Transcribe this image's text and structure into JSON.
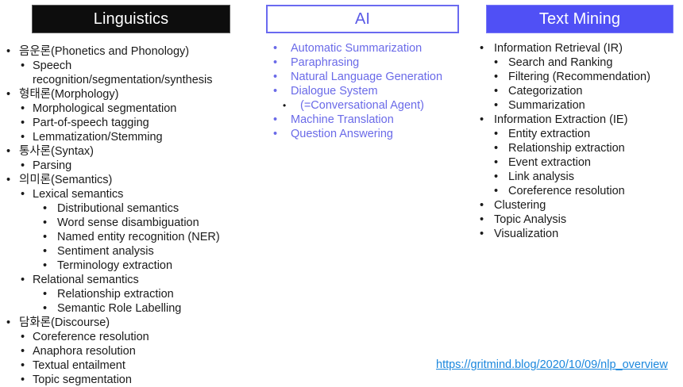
{
  "columns": [
    {
      "id": "linguistics",
      "header": {
        "title": "Linguistics",
        "style": "black-fill"
      },
      "items": [
        {
          "level": 1,
          "text": "음운론(Phonetics and Phonology)"
        },
        {
          "level": 2,
          "text": "Speech recognition/segmentation/synthesis",
          "wrap": true
        },
        {
          "level": 1,
          "text": "형태론(Morphology)"
        },
        {
          "level": 2,
          "text": "Morphological segmentation"
        },
        {
          "level": 2,
          "text": "Part-of-speech tagging"
        },
        {
          "level": 2,
          "text": "Lemmatization/Stemming"
        },
        {
          "level": 1,
          "text": "통사론(Syntax)"
        },
        {
          "level": 2,
          "text": "Parsing"
        },
        {
          "level": 1,
          "text": "의미론(Semantics)"
        },
        {
          "level": 2,
          "text": "Lexical semantics"
        },
        {
          "level": 3,
          "text": "Distributional semantics"
        },
        {
          "level": 3,
          "text": "Word sense disambiguation"
        },
        {
          "level": 3,
          "text": "Named entity recognition (NER)"
        },
        {
          "level": 3,
          "text": "Sentiment analysis"
        },
        {
          "level": 3,
          "text": "Terminology extraction"
        },
        {
          "level": 2,
          "text": "Relational semantics"
        },
        {
          "level": 3,
          "text": "Relationship extraction"
        },
        {
          "level": 3,
          "text": "Semantic Role Labelling"
        },
        {
          "level": 1,
          "text": "담화론(Discourse)"
        },
        {
          "level": 2,
          "text": "Coreference resolution"
        },
        {
          "level": 2,
          "text": "Anaphora resolution"
        },
        {
          "level": 2,
          "text": "Textual entailment"
        },
        {
          "level": 2,
          "text": "Topic segmentation"
        }
      ]
    },
    {
      "id": "ai",
      "header": {
        "title": "AI",
        "style": "outline"
      },
      "items": [
        {
          "level": 1,
          "text": "Automatic Summarization"
        },
        {
          "level": 1,
          "text": "Paraphrasing"
        },
        {
          "level": 1,
          "text": "Natural Language Generation"
        },
        {
          "level": 1,
          "text": "Dialogue System"
        },
        {
          "level": 2,
          "text": "(=Conversational Agent)",
          "darkDot": true
        },
        {
          "level": 1,
          "text": "Machine Translation"
        },
        {
          "level": 1,
          "text": "Question Answering"
        }
      ]
    },
    {
      "id": "textmining",
      "header": {
        "title": "Text Mining",
        "style": "blue-fill"
      },
      "items": [
        {
          "level": 1,
          "text": "Information Retrieval (IR)"
        },
        {
          "level": 2,
          "text": "Search and Ranking"
        },
        {
          "level": 2,
          "text": "Filtering (Recommendation)"
        },
        {
          "level": 2,
          "text": "Categorization"
        },
        {
          "level": 2,
          "text": "Summarization"
        },
        {
          "level": 1,
          "text": "Information Extraction (IE)"
        },
        {
          "level": 2,
          "text": "Entity extraction"
        },
        {
          "level": 2,
          "text": "Relationship extraction"
        },
        {
          "level": 2,
          "text": "Event extraction"
        },
        {
          "level": 2,
          "text": "Link analysis"
        },
        {
          "level": 2,
          "text": "Coreference resolution"
        },
        {
          "level": 1,
          "text": "Clustering"
        },
        {
          "level": 1,
          "text": "Topic Analysis"
        },
        {
          "level": 1,
          "text": "Visualization"
        }
      ]
    }
  ],
  "source": {
    "url_text": "https://gritmind.blog/2020/10/09/nlp_overview"
  },
  "bullet_glyph": "•",
  "colors": {
    "linguistics_header_bg": "#0d0d0d",
    "linguistics_header_fg": "#ffffff",
    "ai_header_border": "#6a6af0",
    "ai_header_fg": "#5a5ae6",
    "ai_text": "#6a6ae8",
    "textmining_header_bg": "#5050f5",
    "textmining_header_fg": "#ffffff",
    "body_text": "#1a1a1a",
    "link": "#1b87dd"
  }
}
